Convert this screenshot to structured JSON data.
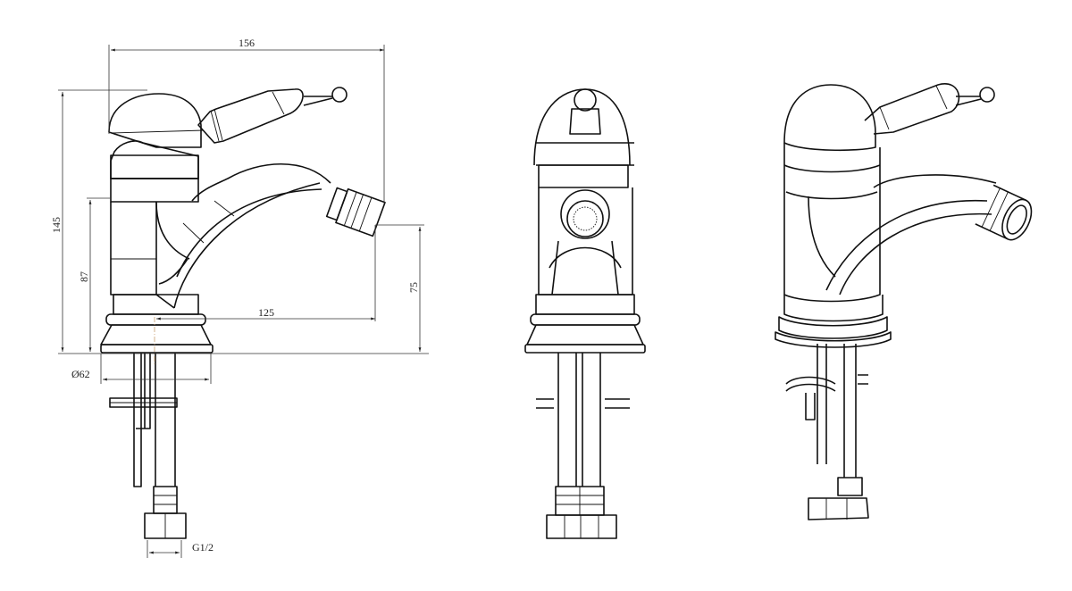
{
  "title": "Bidet mixer technical drawing",
  "dimensions": {
    "overall_width": "156",
    "overall_height": "145",
    "body_height": "87",
    "spout_reach": "125",
    "spout_height": "75",
    "base_diameter": "Ø62",
    "connection": "G1/2"
  },
  "views": [
    "side-view",
    "front-view",
    "perspective-view"
  ]
}
